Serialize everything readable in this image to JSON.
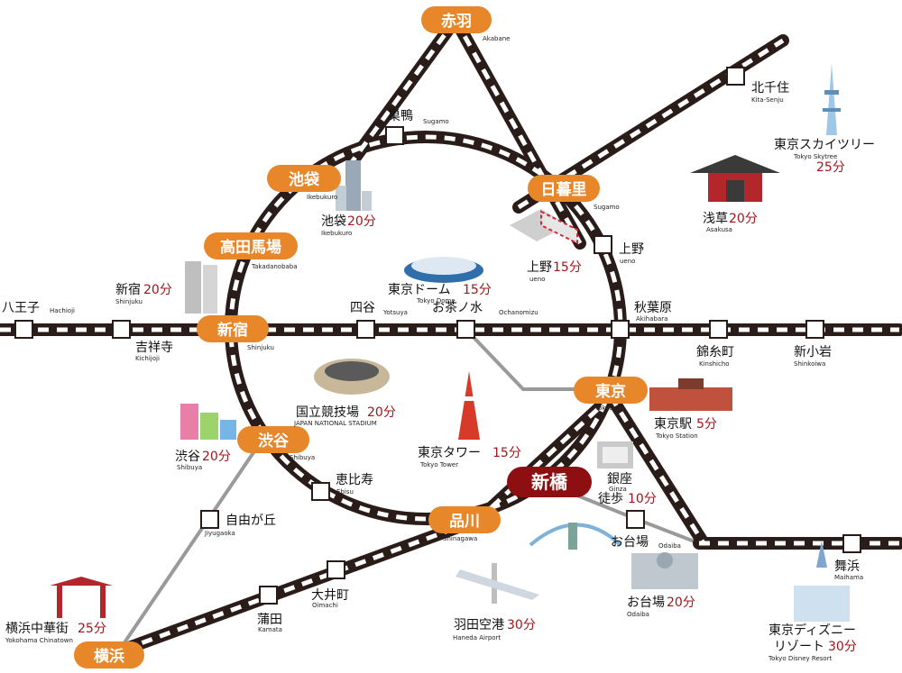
{
  "colors": {
    "track": "#2a1d19",
    "sleeper": "#ffffff",
    "hub": "#e8862a",
    "shinbashi": "#8e0f12",
    "minutes": "#a3141b",
    "connector": "#9a9a9a"
  },
  "hubs": {
    "akabane": {
      "ja": "赤羽",
      "en": "Akabane"
    },
    "nippori": {
      "ja": "日暮里",
      "en": "Sugamo"
    },
    "ikebukuro": {
      "ja": "池袋",
      "en": "Ikebukuro"
    },
    "takadanobaba": {
      "ja": "高田馬場",
      "en": "Takadanobaba"
    },
    "shinjuku": {
      "ja": "新宿",
      "en": "Shinjuku"
    },
    "shibuya": {
      "ja": "渋谷",
      "en": "Shibuya"
    },
    "shinagawa": {
      "ja": "品川",
      "en": "Shinagawa"
    },
    "tokyo": {
      "ja": "東京",
      "en": "Tokyo"
    },
    "yokohama": {
      "ja": "横浜"
    },
    "shinbashi": {
      "ja": "新橋"
    }
  },
  "stations": {
    "sugamo": {
      "ja": "巣鴨",
      "en": "Sugamo"
    },
    "kitasenju": {
      "ja": "北千住",
      "en": "Kita-Senju"
    },
    "ueno": {
      "ja": "上野",
      "en": "ueno"
    },
    "akihabara": {
      "ja": "秋葉原",
      "en": "Akihabara"
    },
    "hachioji": {
      "ja": "八王子",
      "en": "Hachioji"
    },
    "kichijoji": {
      "ja": "吉祥寺",
      "en": "Kichijoji"
    },
    "yotsuya": {
      "ja": "四谷",
      "en": "Yotsuya"
    },
    "ochanomizu": {
      "ja": "お茶ノ水",
      "en": "Ochanomizu"
    },
    "kinshicho": {
      "ja": "錦糸町",
      "en": "Kinshicho"
    },
    "shinkoiwa": {
      "ja": "新小岩",
      "en": "Shinkoiwa"
    },
    "ebisu": {
      "ja": "恵比寿",
      "en": "Ebisu"
    },
    "jiyugaoka": {
      "ja": "自由が丘",
      "en": "Jiyugaoka"
    },
    "oimachi": {
      "ja": "大井町",
      "en": "Oimachi"
    },
    "kamata": {
      "ja": "蒲田",
      "en": "Kamata"
    },
    "odaiba_stn": {
      "ja": "お台場",
      "en": "Odaiba"
    },
    "maihama": {
      "ja": "舞浜",
      "en": "Maihama"
    }
  },
  "spots": {
    "skytree": {
      "name": "東京スカイツリー",
      "en": "Tokyo Skytree",
      "time": "25分"
    },
    "asakusa": {
      "name": "浅草",
      "time": "20分",
      "en": "Asakusa"
    },
    "ikebukuro": {
      "name": "池袋",
      "time": "20分",
      "en": "Ikebukuro"
    },
    "ueno": {
      "name": "上野",
      "time": "15分",
      "en": "ueno"
    },
    "tokyodome": {
      "name": "東京ドーム",
      "time": "15分",
      "en": "Tokyo Dome"
    },
    "shinjuku": {
      "name": "新宿",
      "time": "20分",
      "en": "Shinjuku"
    },
    "stadium": {
      "name": "国立競技場",
      "time": "20分",
      "en": "JAPAN NATIONAL STADIUM"
    },
    "tokyostation": {
      "name": "東京駅",
      "time": "5分",
      "en": "Tokyo Station"
    },
    "shibuya": {
      "name": "渋谷",
      "time": "20分",
      "en": "Shibuya"
    },
    "tokyotower": {
      "name": "東京タワー",
      "time": "15分",
      "en": "Tokyo Tower"
    },
    "ginza": {
      "name": "銀座",
      "en": "Ginza",
      "walk": "徒歩",
      "time": "10分"
    },
    "haneda": {
      "name": "羽田空港",
      "time": "30分",
      "en": "Haneda Airport"
    },
    "odaiba": {
      "name": "お台場",
      "time": "20分",
      "en": "Odaiba"
    },
    "chinatown": {
      "name": "横浜中華街",
      "time": "25分",
      "en": "Yokohama Chinatown"
    },
    "disney": {
      "name1": "東京ディズニー",
      "name2": "リゾート",
      "time": "30分",
      "en": "Tokyo Disney Resort"
    }
  }
}
